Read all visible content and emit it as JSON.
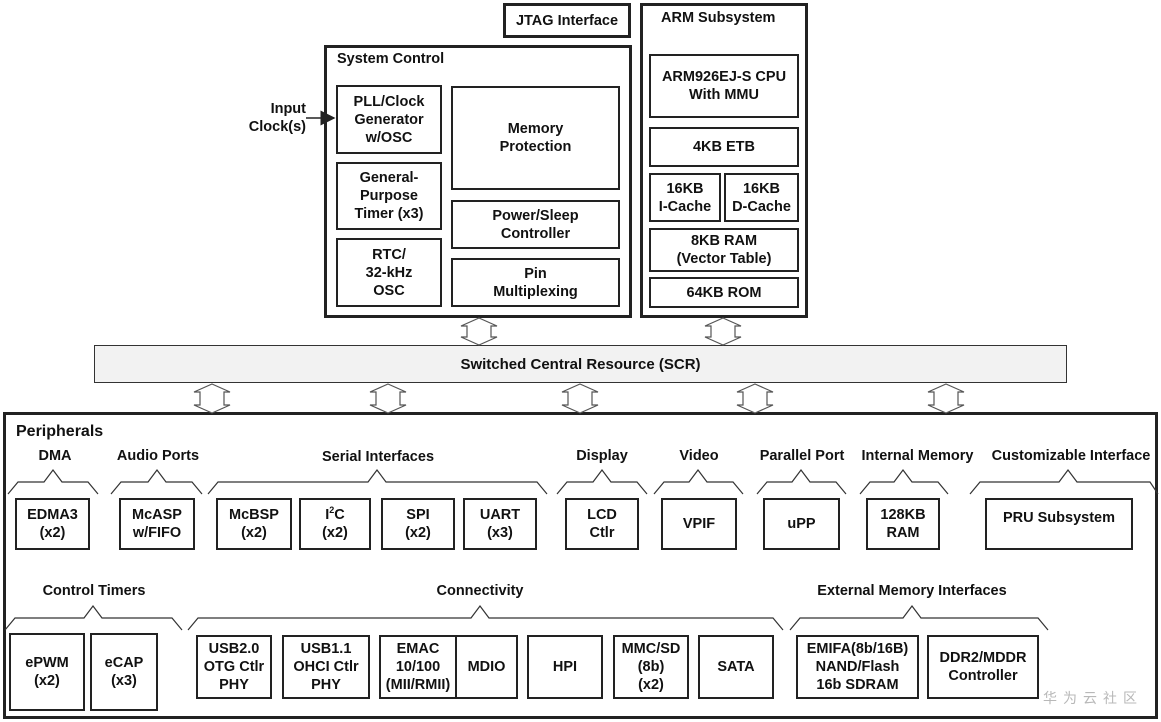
{
  "jtag": "JTAG Interface",
  "arm": {
    "title": "ARM Subsystem",
    "cpu": "ARM926EJ-S CPU\nWith MMU",
    "etb": "4KB ETB",
    "icache": "16KB\nI-Cache",
    "dcache": "16KB\nD-Cache",
    "ram": "8KB RAM\n(Vector Table)",
    "rom": "64KB ROM"
  },
  "system_control": {
    "title": "System Control",
    "pll": "PLL/Clock\nGenerator\nw/OSC",
    "timer": "General-\nPurpose\nTimer (x3)",
    "rtc": "RTC/\n32-kHz\nOSC",
    "memprot": "Memory\nProtection",
    "power": "Power/Sleep\nController",
    "pinmux": "Pin\nMultiplexing"
  },
  "input_clock": "Input\nClock(s)",
  "scr": "Switched Central Resource (SCR)",
  "peripherals": {
    "title": "Peripherals",
    "groups": {
      "dma": "DMA",
      "audio": "Audio Ports",
      "serial": "Serial Interfaces",
      "display": "Display",
      "video": "Video",
      "parallel": "Parallel Port",
      "internal_memory": "Internal Memory",
      "custom": "Customizable Interface",
      "control_timers": "Control Timers",
      "connectivity": "Connectivity",
      "ext_mem": "External Memory Interfaces"
    },
    "blocks": {
      "edma3": "EDMA3\n(x2)",
      "mcasp": "McASP\nw/FIFO",
      "mcbsp": "McBSP\n(x2)",
      "i2c_main": "I",
      "i2c_sup": "2",
      "i2c_tail": "C",
      "i2c_count": "(x2)",
      "spi": "SPI\n(x2)",
      "uart": "UART\n(x3)",
      "lcd": "LCD\nCtlr",
      "vpif": "VPIF",
      "upp": "uPP",
      "ram128": "128KB\nRAM",
      "pru": "PRU Subsystem",
      "epwm": "ePWM\n(x2)",
      "ecap": "eCAP\n(x3)",
      "usb20": "USB2.0\nOTG Ctlr\nPHY",
      "usb11": "USB1.1\nOHCI Ctlr\nPHY",
      "emac": "EMAC\n10/100\n(MII/RMII)",
      "mdio": "MDIO",
      "hpi": "HPI",
      "mmc": "MMC/SD\n(8b)\n(x2)",
      "sata": "SATA",
      "emifa": "EMIFA(8b/16B)\nNAND/Flash\n16b SDRAM",
      "ddr2": "DDR2/MDDR\nController"
    }
  },
  "watermark": "华为云社区"
}
